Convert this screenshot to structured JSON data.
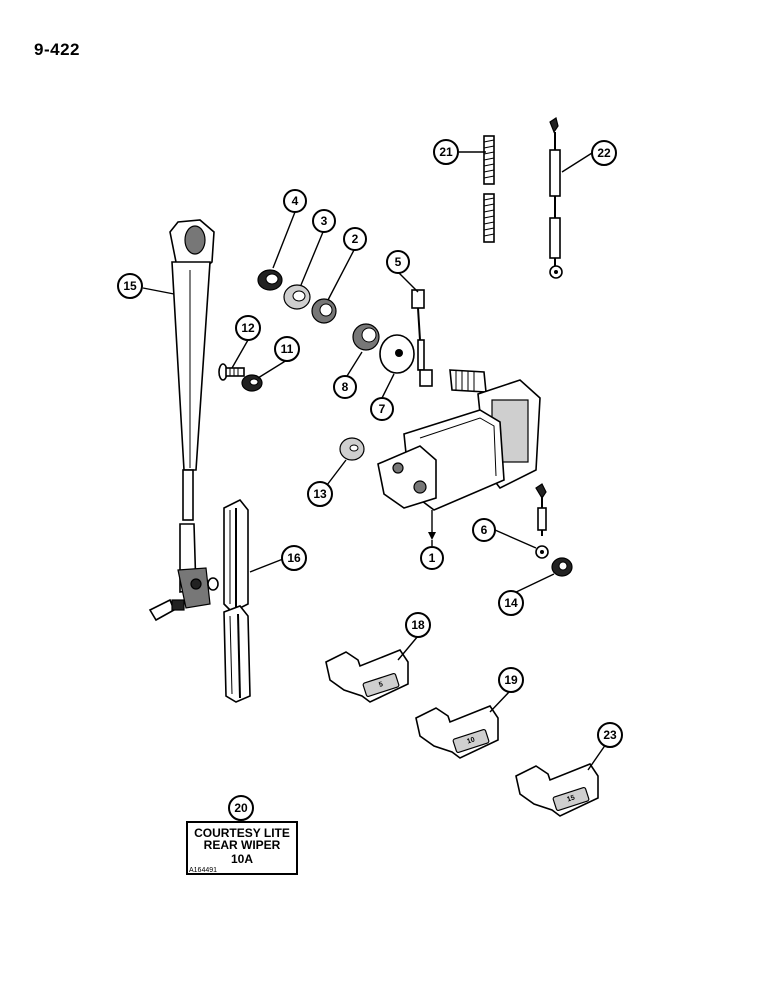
{
  "page_number": "9-422",
  "callouts": {
    "c1": "1",
    "c2": "2",
    "c3": "3",
    "c4": "4",
    "c5": "5",
    "c6": "6",
    "c7": "7",
    "c8": "8",
    "c11": "11",
    "c12": "12",
    "c13": "13",
    "c14": "14",
    "c15": "15",
    "c16": "16",
    "c18": "18",
    "c19": "19",
    "c20": "20",
    "c21": "21",
    "c22": "22",
    "c23": "23"
  },
  "fuses": {
    "f18": "5",
    "f19": "10",
    "f23": "15"
  },
  "decal": {
    "line1": "COURTESY LITE",
    "line2": "REAR WIPER",
    "line3": "10A",
    "code": "A164491"
  }
}
